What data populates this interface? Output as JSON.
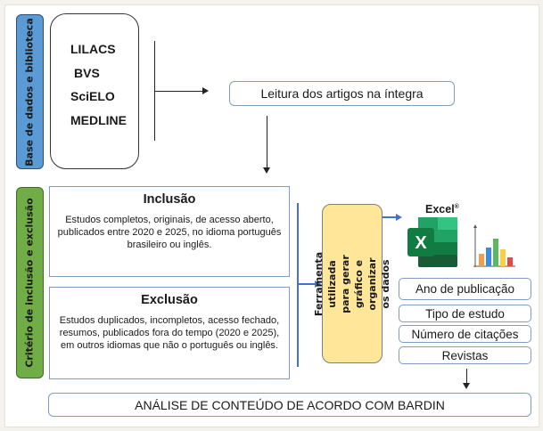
{
  "sections": {
    "databases_label": "Base de dados e biblioteca",
    "criteria_label": "Critério de inclusão e exclusão"
  },
  "databases": [
    "LILACS",
    "BVS",
    "SciELO",
    "MEDLINE"
  ],
  "reading_step": "Leitura dos artigos na íntegra",
  "inclusion": {
    "title": "Inclusão",
    "text": "Estudos completos, originais, de acesso aberto, publicados entre 2020 e 2025, no idioma português brasileiro ou inglês."
  },
  "exclusion": {
    "title": "Exclusão",
    "text": "Estudos duplicados, incompletos, acesso fechado, resumos, publicados fora do tempo (2020 e 2025), em outros idiomas que não o português ou inglês."
  },
  "tool": {
    "label": "Ferramenta utilizada para gerar gráfico e organizar os dados",
    "name": "Excel",
    "trademark": "®",
    "icon": "excel-logo-icon",
    "chart_icon": "bar-chart-icon"
  },
  "variables": [
    "Ano de publicação",
    "Tipo de estudo",
    "Número de citações",
    "Revistas"
  ],
  "final_step": "ANÁLISE DE CONTEÚDO DE ACORDO COM BARDIN",
  "colors": {
    "databases_label_bg": "#5b9bd5",
    "criteria_label_bg": "#70ad47",
    "tool_box_bg": "#ffe699",
    "box_border": "#7f9cc8",
    "connector_blue": "#4472c4"
  }
}
